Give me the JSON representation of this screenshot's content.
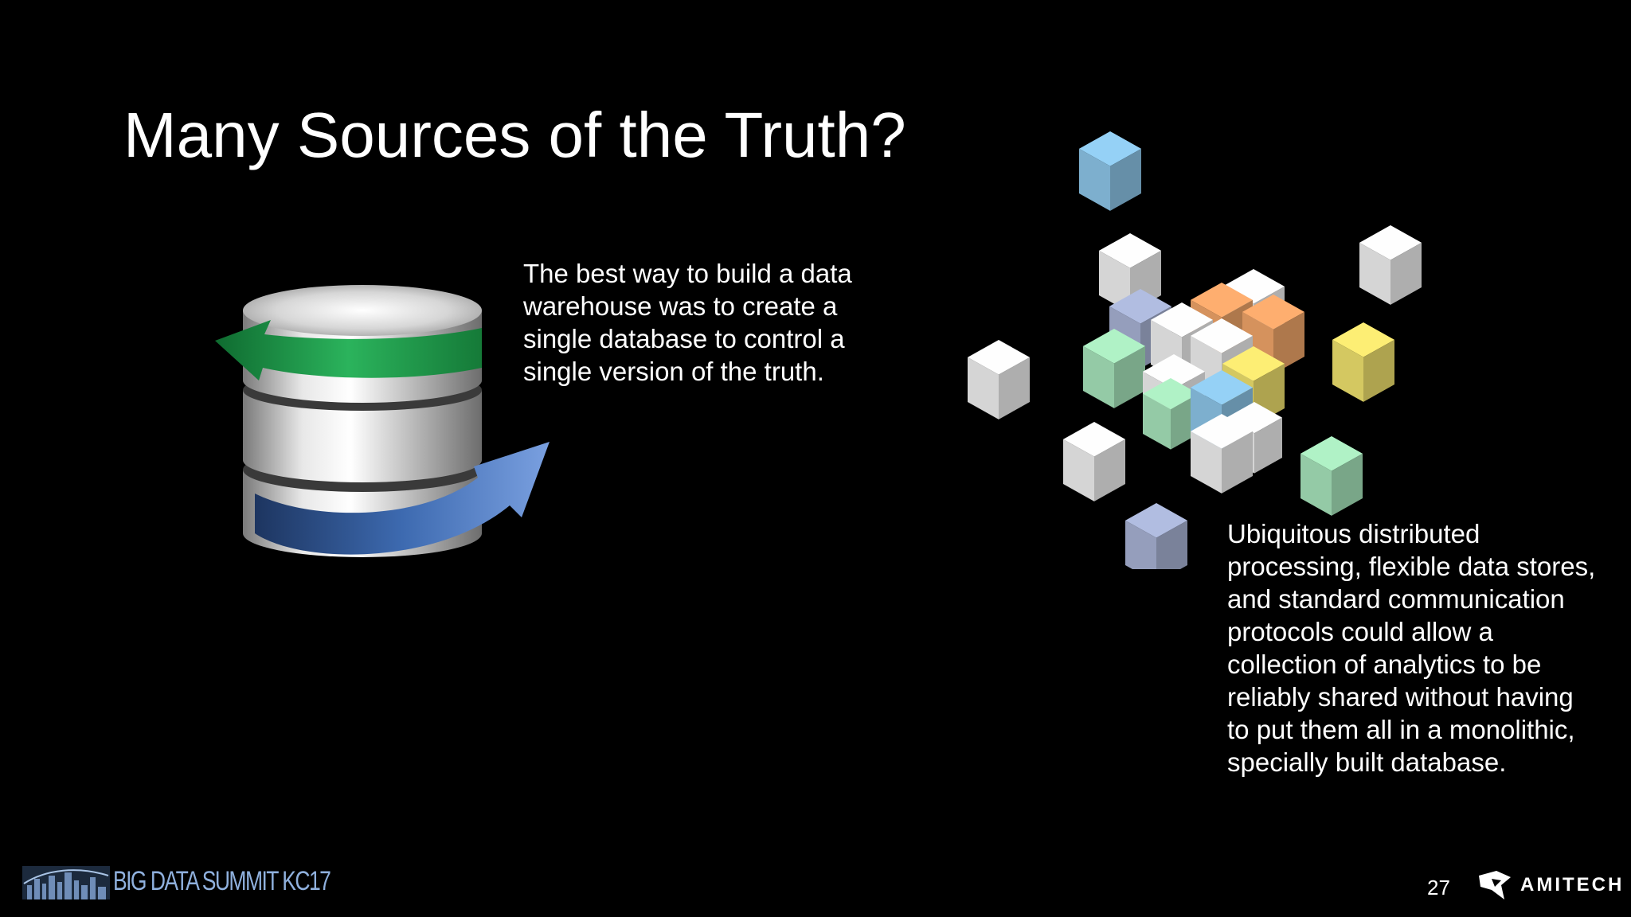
{
  "slide": {
    "title": "Many Sources of the Truth?",
    "left_text": "The best way to build a data warehouse was to create a single database to control a single version of the truth.",
    "right_text": "Ubiquitous distributed processing, flexible data stores, and standard communication protocols could allow a collection of analytics to be reliably shared without having to put them all in a monolithic, specially built database.",
    "page_number": "27"
  },
  "footer": {
    "event_logo_text": "BIG DATA SUMMIT KC17",
    "brand_name": "AMITECH"
  },
  "colors": {
    "background": "#000000",
    "text": "#ffffff",
    "arrow_green": "#1f9a4a",
    "arrow_blue": "#3c6cb8",
    "cube_blue": "#8ec7ea",
    "cube_green": "#a8e6bd",
    "cube_orange": "#f2a66a",
    "cube_yellow": "#f1e36e",
    "cube_lavender": "#a9b4d6",
    "cube_white": "#f2f2f2"
  },
  "icons": [
    "database-icon",
    "cubes-icon",
    "event-logo-icon",
    "amitech-logo-icon"
  ]
}
